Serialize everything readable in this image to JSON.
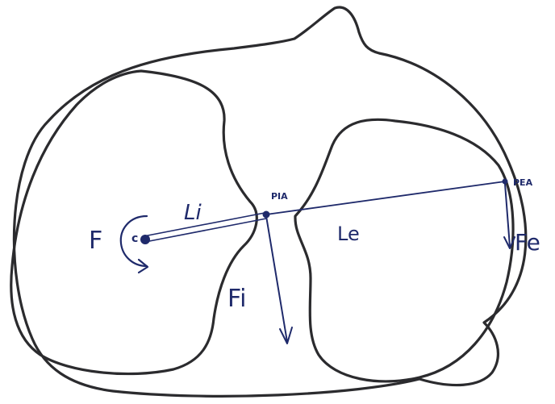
{
  "labels": {
    "force": "F",
    "center": "c",
    "lever_internal": "Li",
    "lever_external": "Le",
    "force_internal": "Fi",
    "force_external": "Fe",
    "point_internal": "PIA",
    "point_external": "PEA"
  },
  "colors": {
    "outline": "#2b2b2e",
    "ink": "#1f2a6b",
    "background": "#ffffff"
  }
}
